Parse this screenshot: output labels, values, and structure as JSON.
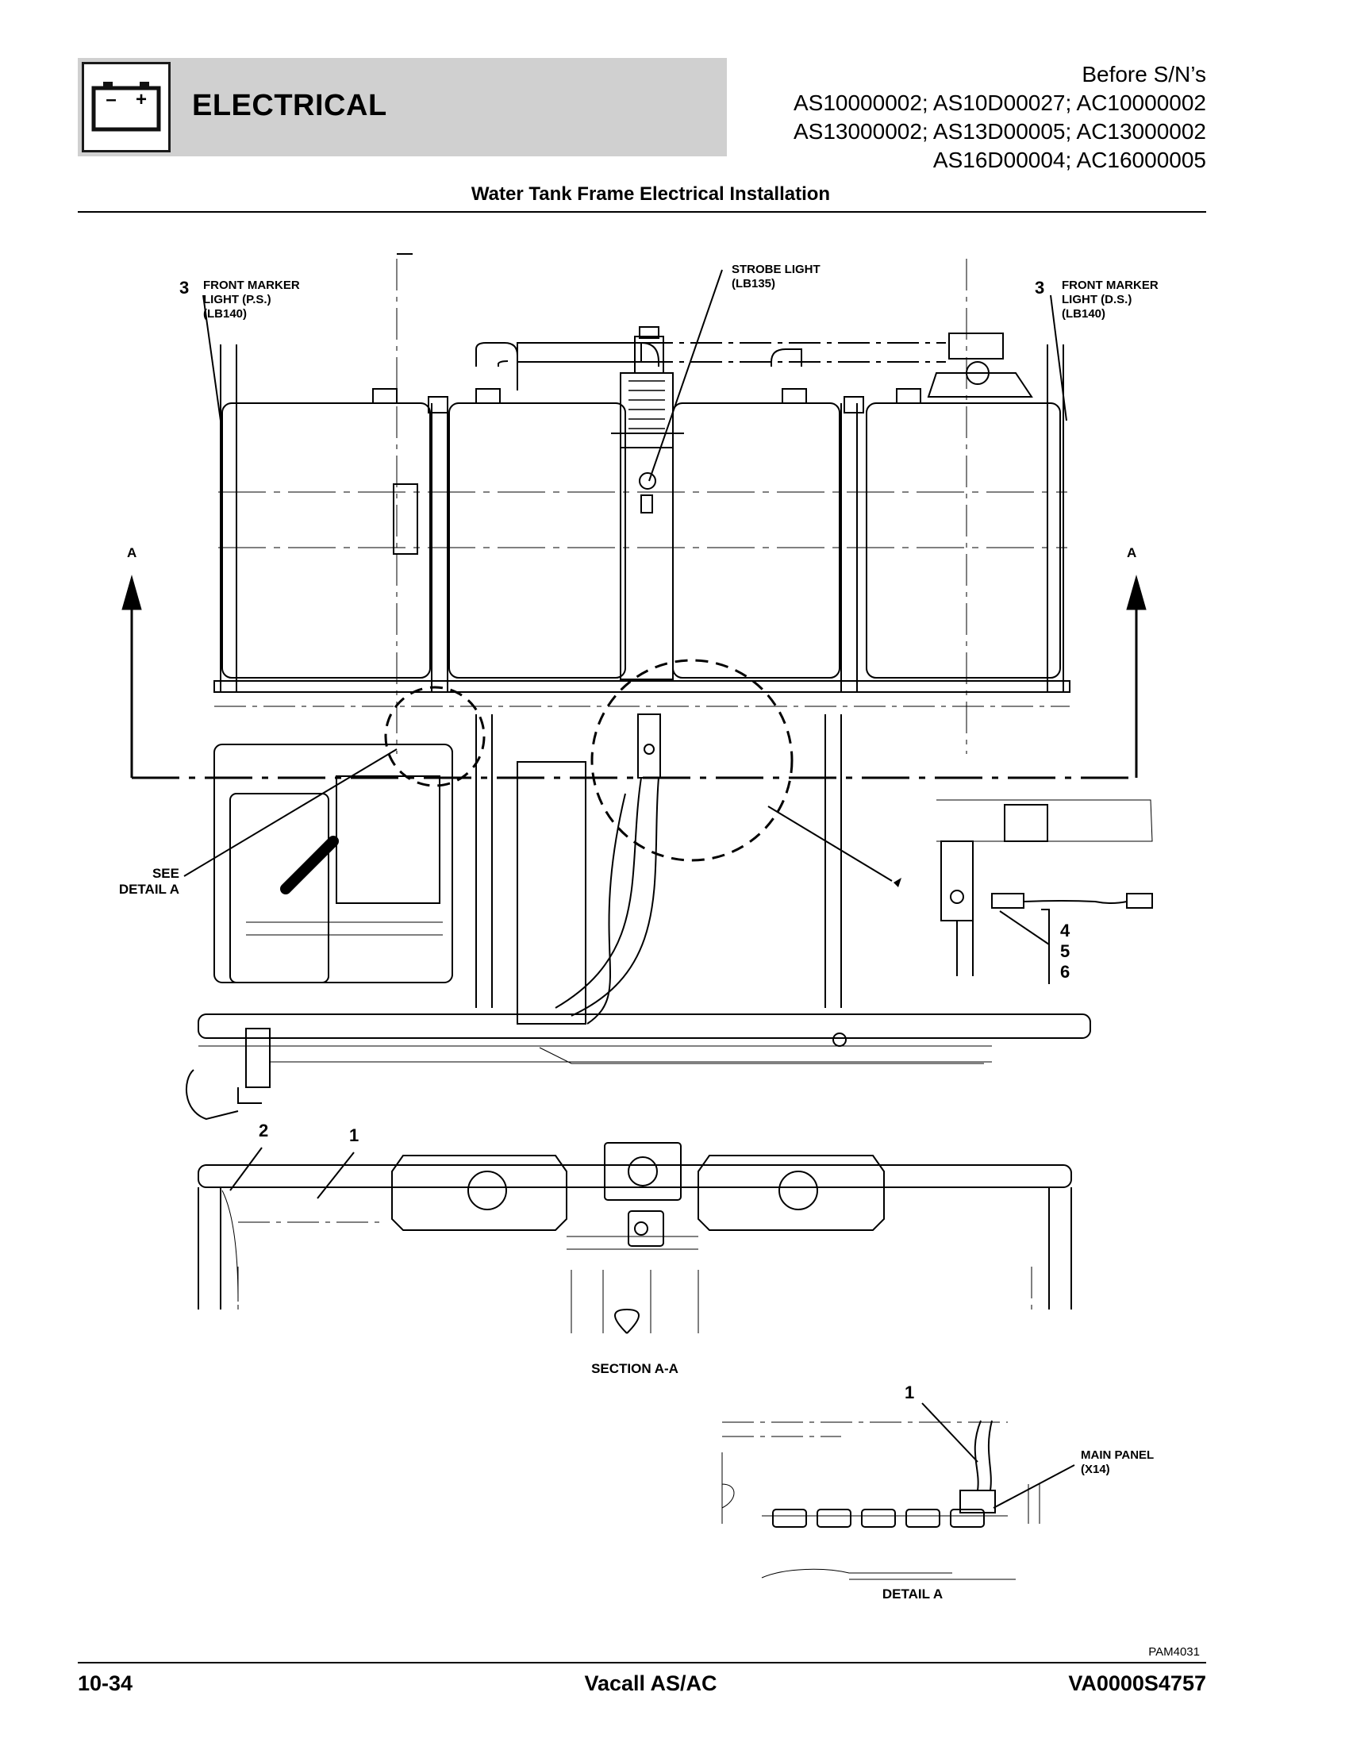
{
  "header": {
    "section": "ELECTRICAL",
    "icon": "battery-icon",
    "icon_signs": {
      "minus": "–",
      "plus": "+"
    },
    "serial_lines": [
      "Before S/N’s",
      "AS10000002; AS10D00027; AC10000002",
      "AS13000002; AS13D00005; AC13000002",
      "AS16D00004; AC16000005"
    ]
  },
  "title": "Water Tank Frame Electrical Installation",
  "callouts": {
    "front_marker_ps": {
      "num": "3",
      "line1": "FRONT MARKER",
      "line2": "LIGHT (P.S.)",
      "line3": "(LB140)"
    },
    "front_marker_ds": {
      "num": "3",
      "line1": "FRONT MARKER",
      "line2": "LIGHT (D.S.)",
      "line3": "(LB140)"
    },
    "strobe": {
      "line1": "STROBE LIGHT",
      "line2": "(LB135)"
    },
    "section_a_left": "A",
    "section_a_right": "A",
    "see_detail": {
      "line1": "SEE",
      "line2": "DETAIL A"
    },
    "items_456": [
      "4",
      "5",
      "6"
    ],
    "item_2": "2",
    "item_1": "1",
    "section_label": "SECTION A-A",
    "detail_item_1": "1",
    "main_panel": {
      "line1": "MAIN PANEL",
      "line2": "(X14)"
    },
    "detail_label": "DETAIL A",
    "figure_code": "PAM4031"
  },
  "footer": {
    "page": "10-34",
    "product": "Vacall AS/AC",
    "doc_number": "VA0000S4757"
  }
}
